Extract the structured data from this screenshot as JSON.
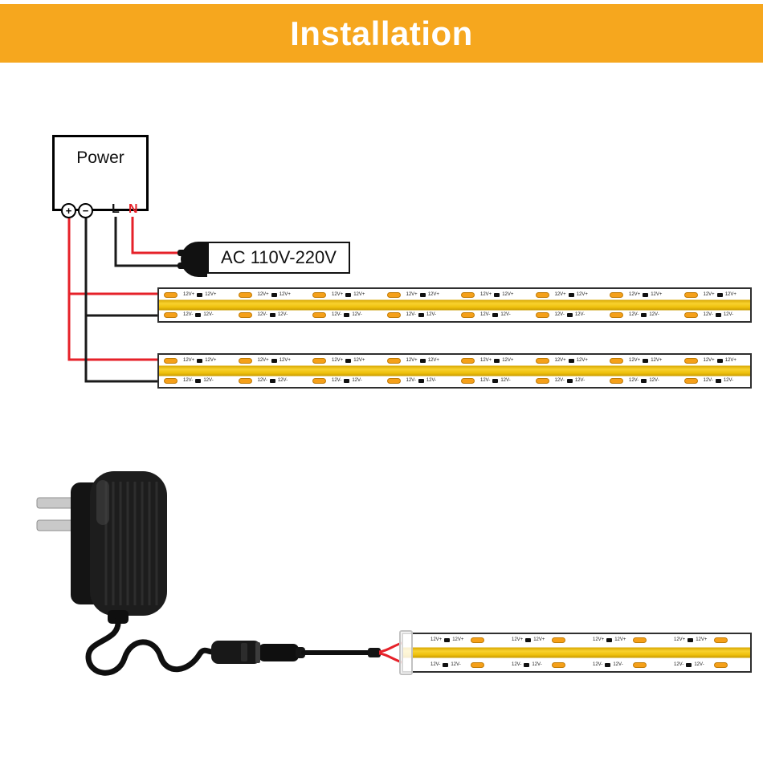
{
  "banner": {
    "title": "Installation"
  },
  "power_box": {
    "label": "Power",
    "terminal_plus": "+",
    "terminal_minus": "−",
    "line_label": "L",
    "neutral_label": "N"
  },
  "ac_box": {
    "label": "AC 110V-220V"
  },
  "strip": {
    "pos_label": "12V+",
    "neg_label": "12V-"
  },
  "icons": {
    "plug": "ac-plug-icon",
    "adapter": "power-adapter",
    "connector": "dc-barrel-connector"
  },
  "colors": {
    "banner_bg": "#F6A71E",
    "wire_red": "#E62129",
    "wire_black": "#1A1A1A",
    "cob_gold": "#EFC10D",
    "pad_orange": "#F5A019"
  }
}
